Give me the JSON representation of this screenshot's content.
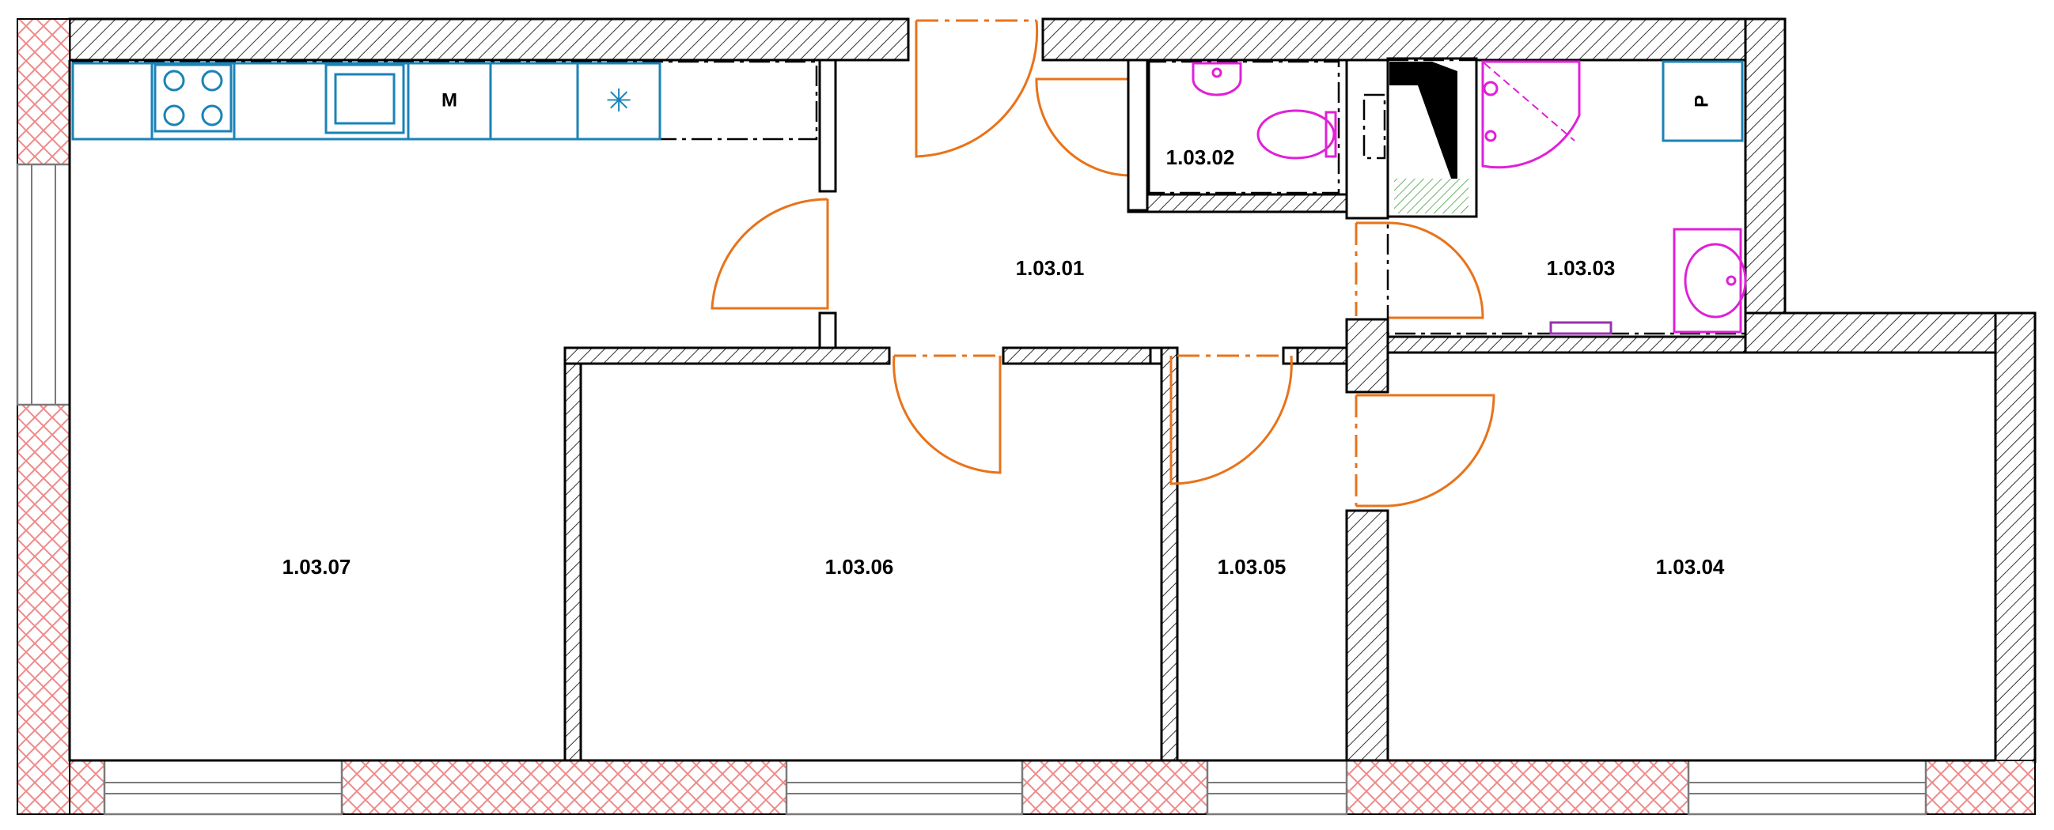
{
  "rooms": [
    {
      "id": "1.03.01"
    },
    {
      "id": "1.03.02"
    },
    {
      "id": "1.03.03"
    },
    {
      "id": "1.03.04"
    },
    {
      "id": "1.03.05"
    },
    {
      "id": "1.03.06"
    },
    {
      "id": "1.03.07"
    }
  ],
  "appliances": {
    "microwave_label": "M",
    "fridge_symbol": "✳",
    "cabinet_label": "P"
  },
  "colors": {
    "doors": "#e8731a",
    "kitchen": "#1a83b8",
    "sanitary": "#e020d8",
    "masonry": "#f08a8a",
    "walls": "#000000"
  }
}
